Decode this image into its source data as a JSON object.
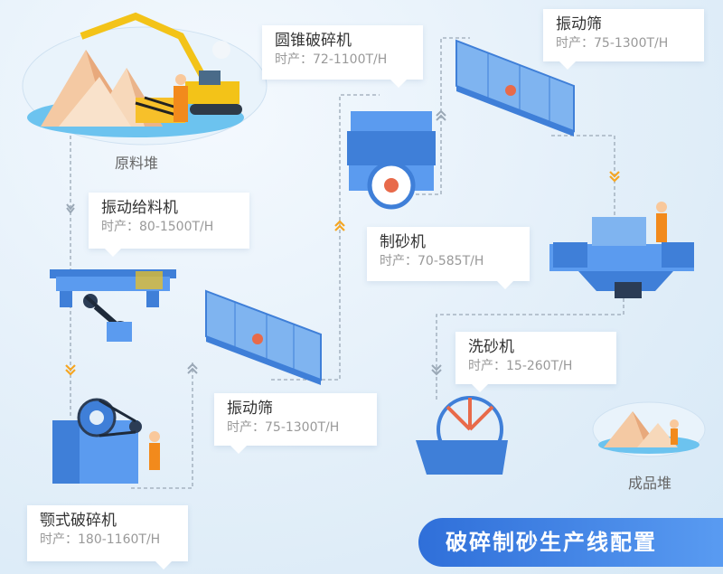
{
  "nodes": [
    {
      "name": "原料堆"
    },
    {
      "name": "振动给料机",
      "capacity": "时产：80-1500T/H"
    },
    {
      "name": "颚式破碎机",
      "capacity": "时产：180-1160T/H"
    },
    {
      "name": "振动筛",
      "capacity": "时产：75-1300T/H"
    },
    {
      "name": "圆锥破碎机",
      "capacity": "时产：72-1100T/H"
    },
    {
      "name": "振动筛",
      "capacity": "时产：75-1300T/H"
    },
    {
      "name": "制砂机",
      "capacity": "时产：70-585T/H"
    },
    {
      "name": "洗砂机",
      "capacity": "时产：15-260T/H"
    },
    {
      "name": "成品堆"
    }
  ],
  "banner": {
    "title": "破碎制砂生产线配置"
  },
  "colors": {
    "machine_blue": "#3f7fd8",
    "arrow_orange": "#f5a623",
    "arrow_gray": "#9aa8b6",
    "line": "#9aa8b6"
  }
}
